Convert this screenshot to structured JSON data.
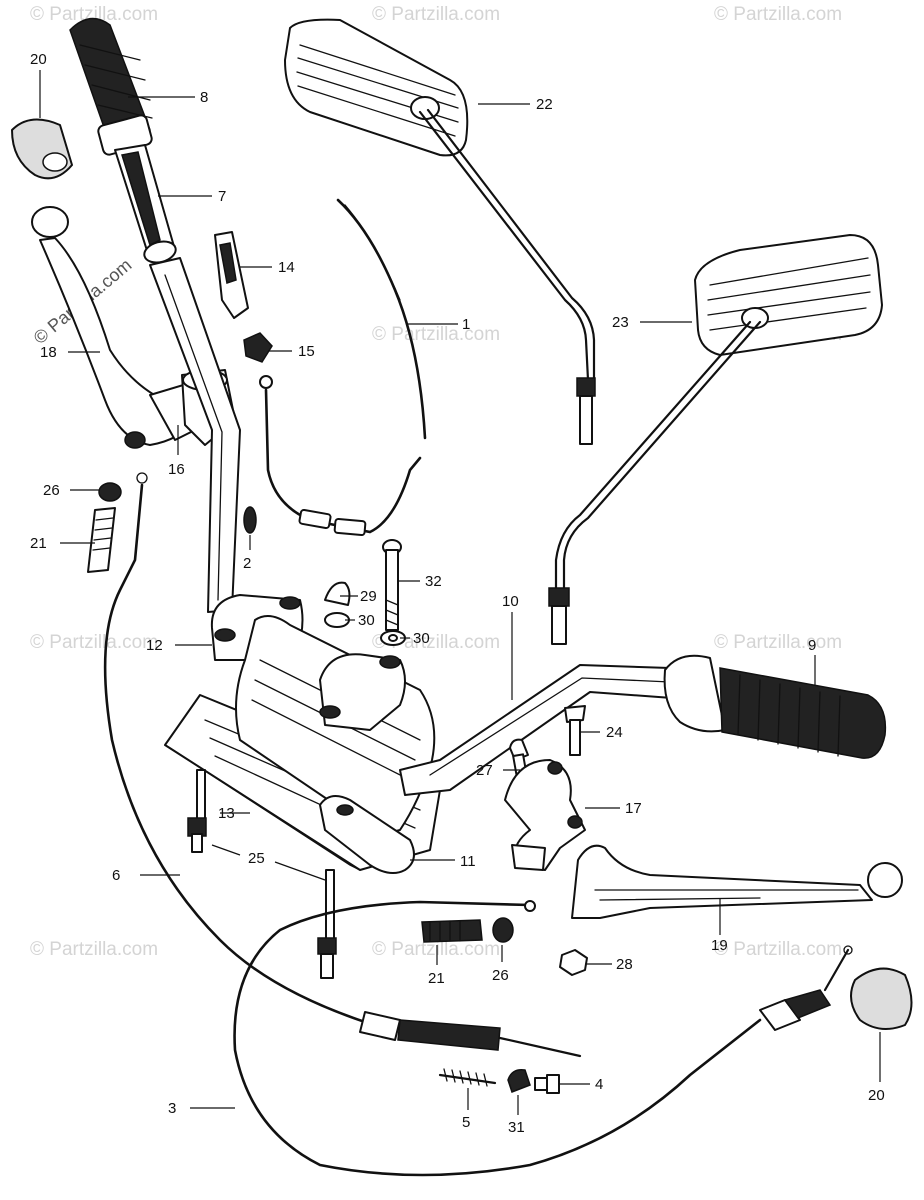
{
  "watermarks": {
    "brand": "© Partzilla.com",
    "mid": "© Partzilla.com"
  },
  "callouts": {
    "c1": "1",
    "c2": "2",
    "c3": "3",
    "c4": "4",
    "c5": "5",
    "c6": "6",
    "c7": "7",
    "c8": "8",
    "c9": "9",
    "c10": "10",
    "c11": "11",
    "c12": "12",
    "c13": "13",
    "c14": "14",
    "c15": "15",
    "c16": "16",
    "c17": "17",
    "c18": "18",
    "c19": "19",
    "c20a": "20",
    "c20b": "20",
    "c21a": "21",
    "c21b": "21",
    "c22": "22",
    "c23": "23",
    "c24": "24",
    "c25": "25",
    "c26a": "26",
    "c26b": "26",
    "c27": "27",
    "c28": "28",
    "c29": "29",
    "c30a": "30",
    "c30b": "30",
    "c31": "31",
    "c32": "32"
  }
}
